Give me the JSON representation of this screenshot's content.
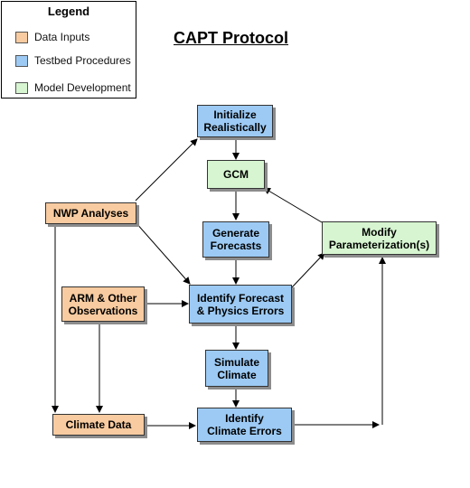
{
  "title": "CAPT Protocol",
  "legend": {
    "title": "Legend",
    "items": [
      {
        "label": "Data Inputs",
        "color": "#f8cba0"
      },
      {
        "label": "Testbed Procedures",
        "color": "#9ccaf4"
      },
      {
        "label": "Model Development",
        "color": "#d6f5d0"
      }
    ]
  },
  "nodes": {
    "initialize": "Initialize\nRealistically",
    "gcm": "GCM",
    "generate": "Generate\nForecasts",
    "nwp": "NWP Analyses",
    "arm": "ARM & Other\nObservations",
    "identify_forecast": "Identify Forecast\n& Physics  Errors",
    "modify": "Modify\nParameterization(s)",
    "simulate": "Simulate\nClimate",
    "climate_data": "Climate Data",
    "identify_climate": "Identify\nClimate Errors"
  },
  "colors": {
    "data_inputs": "#f8cba0",
    "testbed_procedures": "#9ccaf4",
    "model_development": "#d6f5d0"
  }
}
